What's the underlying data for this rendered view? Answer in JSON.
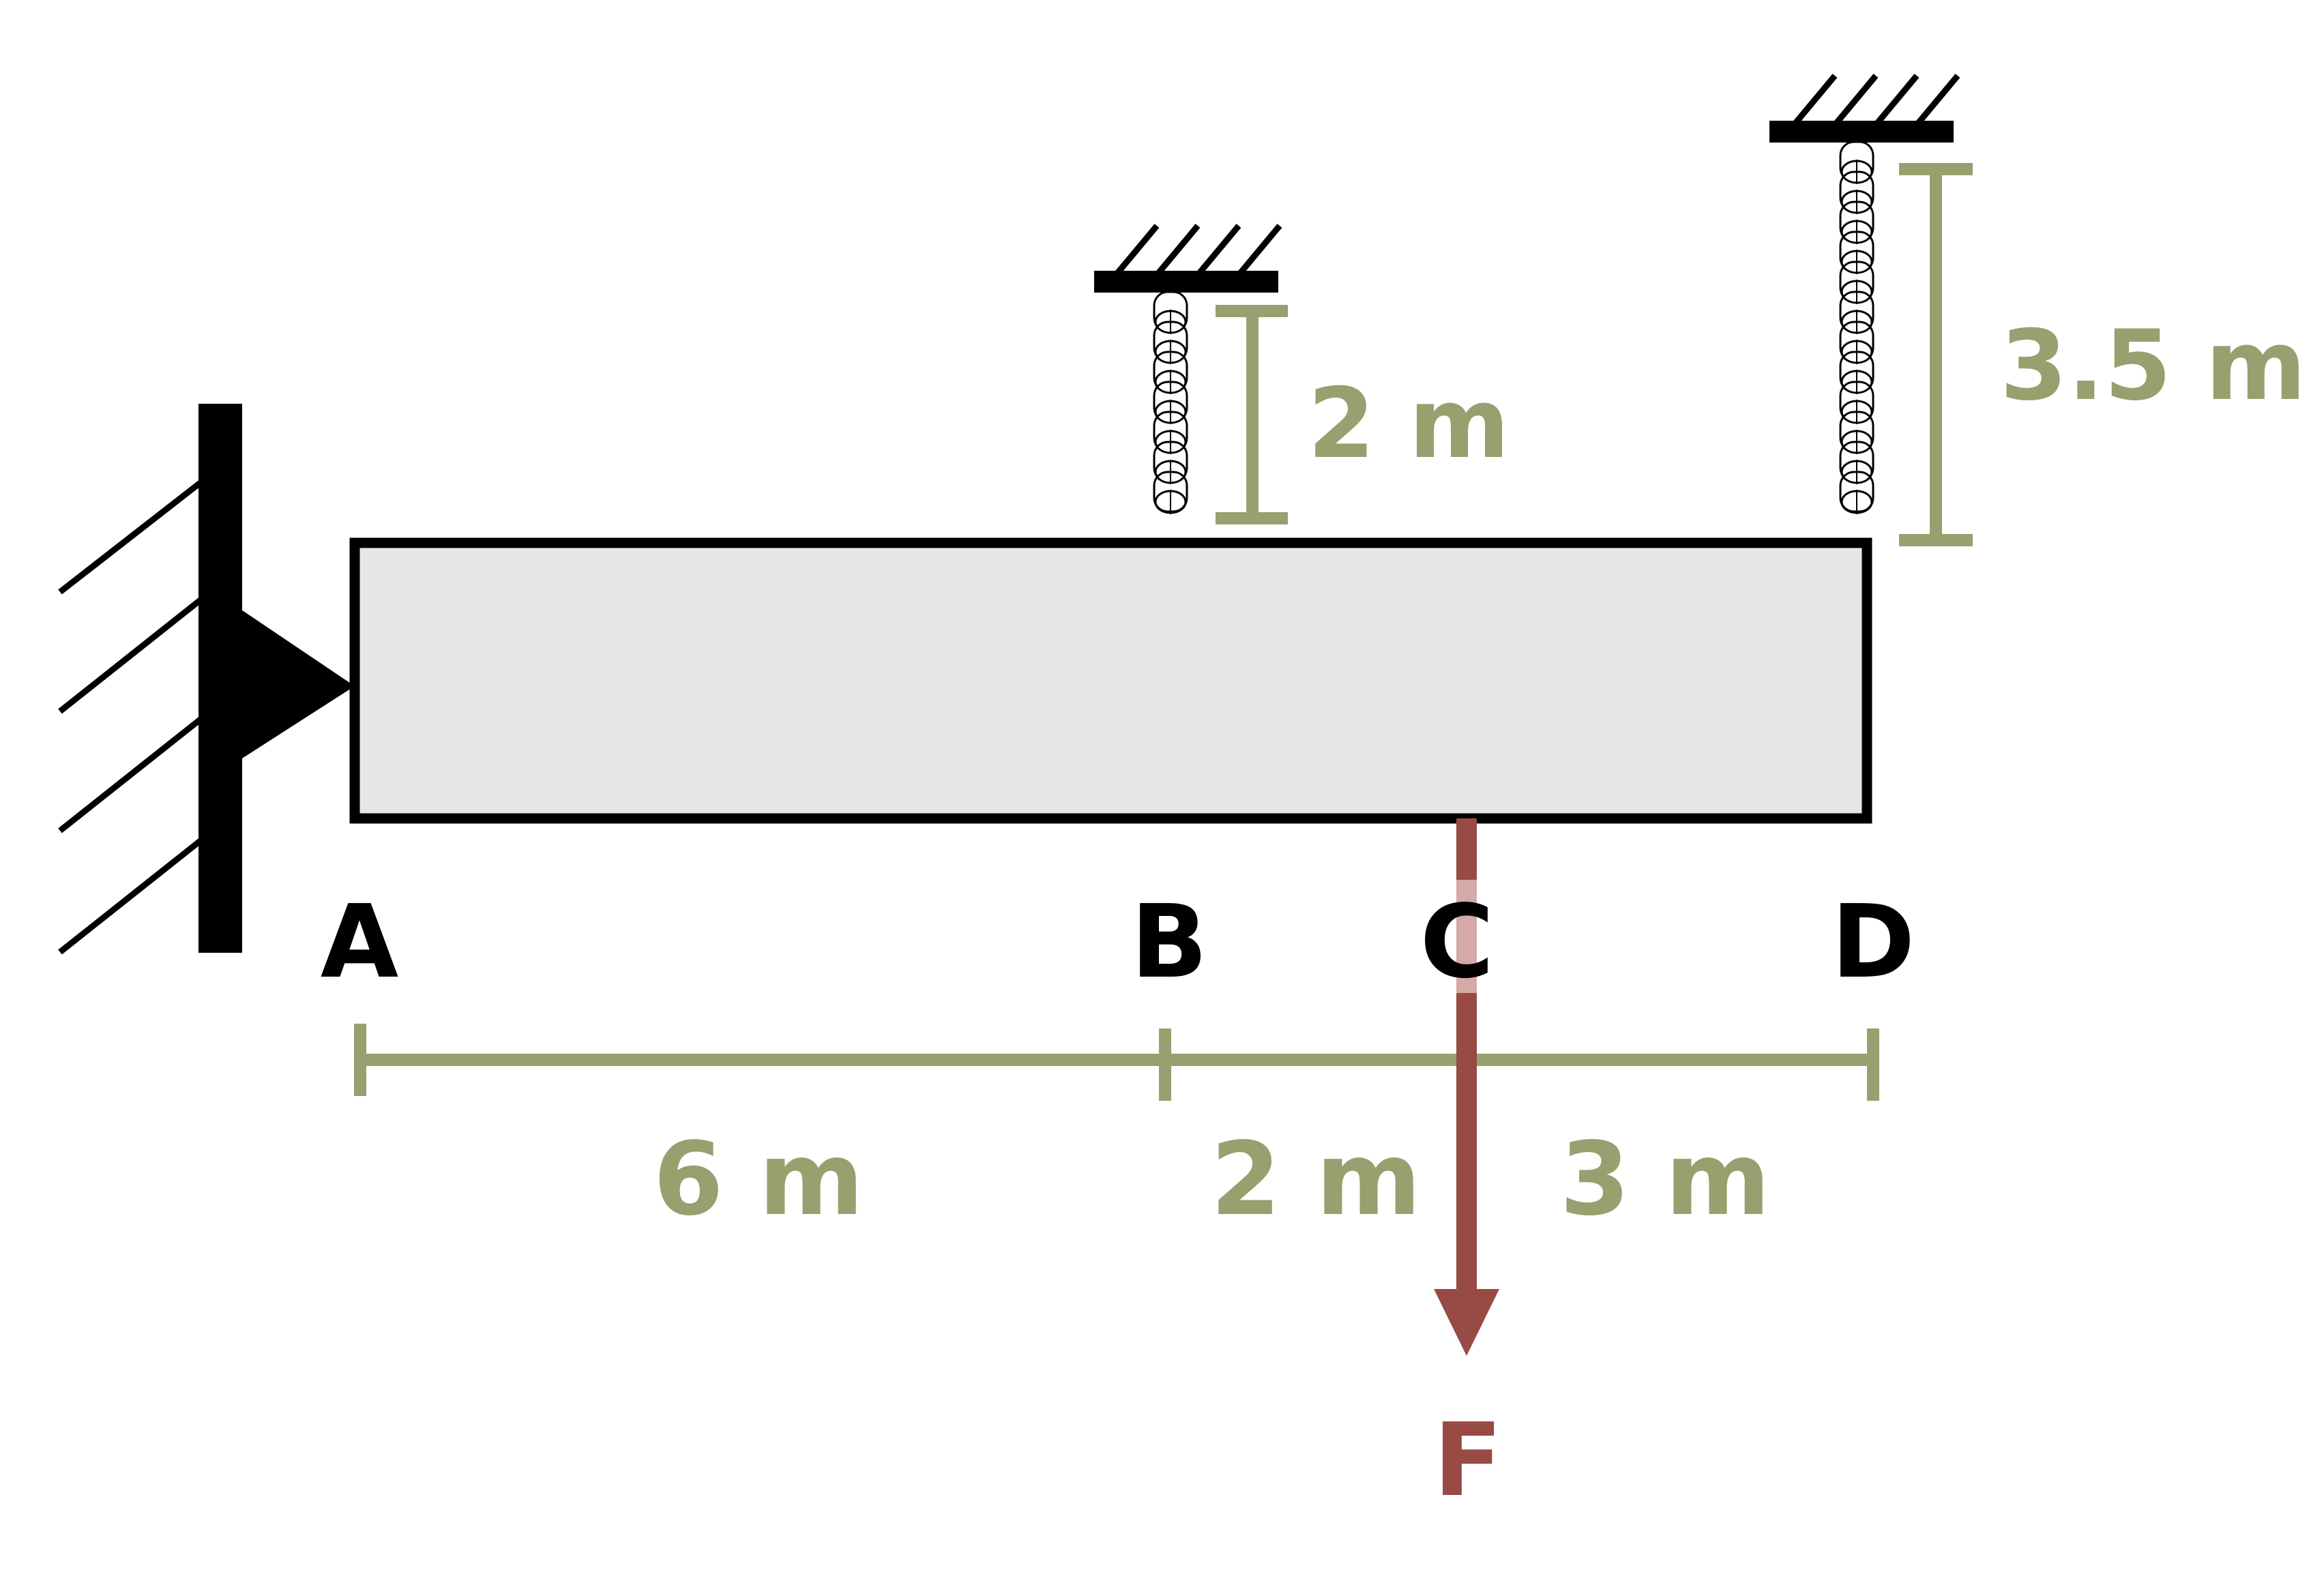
{
  "colors": {
    "dimension": "#97a06e",
    "force": "#984a45",
    "force_overlay": "#d4a9a7",
    "beam_fill": "#e6e6e6",
    "ink": "#000000"
  },
  "points": {
    "a": "A",
    "b": "B",
    "c": "C",
    "d": "D"
  },
  "dimensions": {
    "ab": "6 m",
    "bc": "2 m",
    "cd": "3 m",
    "chain_b": "2 m",
    "chain_d": "3.5 m"
  },
  "force": {
    "label": "F"
  },
  "icons": {
    "support": "pin-support-icon",
    "chain": "chain-icon",
    "ceiling": "fixed-ceiling-icon"
  }
}
